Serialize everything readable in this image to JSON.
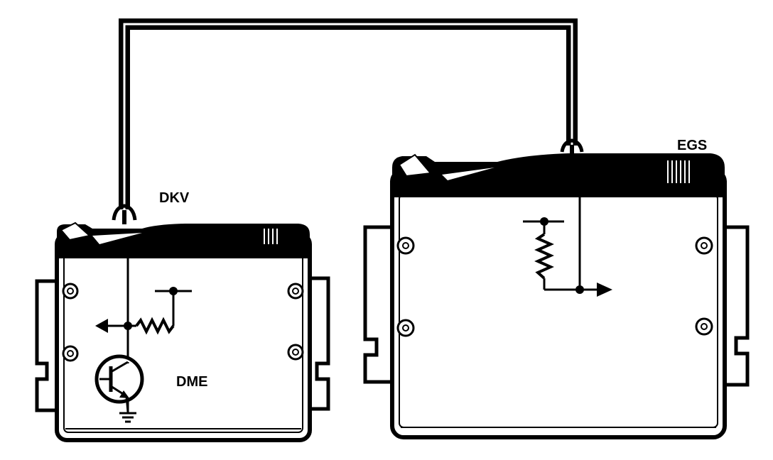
{
  "labels": {
    "dkv": "DKV",
    "dme": "DME",
    "egs": "EGS"
  },
  "colors": {
    "ink": "#000000",
    "paper": "#ffffff"
  },
  "icons": {
    "transistor": "npn-transistor-icon",
    "resistor": "resistor-icon",
    "ground": "ground-icon",
    "supply": "supply-rail-icon",
    "arrow": "arrow-icon",
    "screw": "screw-icon"
  }
}
